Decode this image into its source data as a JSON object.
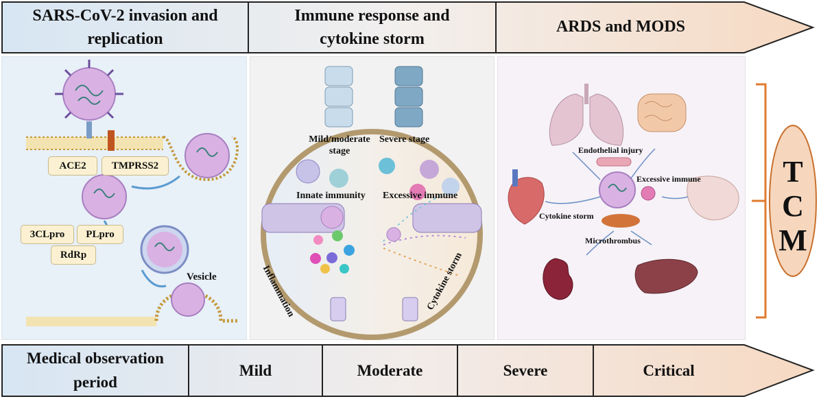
{
  "header": {
    "stage1": "SARS-CoV-2 invasion and replication",
    "stage1_line1": "SARS-CoV-2 invasion and",
    "stage1_line2": "replication",
    "stage2_line1": "Immune response and",
    "stage2_line2": "cytokine storm",
    "stage3": "ARDS and MODS"
  },
  "panel1": {
    "ace2": "ACE2",
    "tmprss2": "TMPRSS2",
    "clpro": "3CLpro",
    "plpro": "PLpro",
    "rdrp": "RdRp",
    "vesicle": "Vesicle"
  },
  "panel2": {
    "mild_moderate_1": "Mild/moderate",
    "mild_moderate_2": "stage",
    "severe_stage": "Severe stage",
    "innate_immunity": "Innate immunity",
    "excessive_immune": "Excessive immune",
    "inflammation": "Inflammation",
    "cytokine_storm": "Cytokine storm"
  },
  "panel3": {
    "endothelial_injury": "Endothelial injury",
    "excessive_immune": "Excessive immune",
    "cytokine_storm": "Cytokine storm",
    "microthrombus": "Microthrombus"
  },
  "tcm": {
    "t": "T",
    "c": "C",
    "m": "M"
  },
  "bottom": {
    "period_line1": "Medical observation",
    "period_line2": "period",
    "mild": "Mild",
    "moderate": "Moderate",
    "severe": "Severe",
    "critical": "Critical"
  },
  "colors": {
    "header_left": "#dbe8f3",
    "header_right": "#f6dcc8",
    "tcm_oval": "#f6d7bd",
    "bracket": "#e07a2e",
    "virus_pink": "#d9b2e3",
    "virus_spike": "#6a4d9c"
  }
}
